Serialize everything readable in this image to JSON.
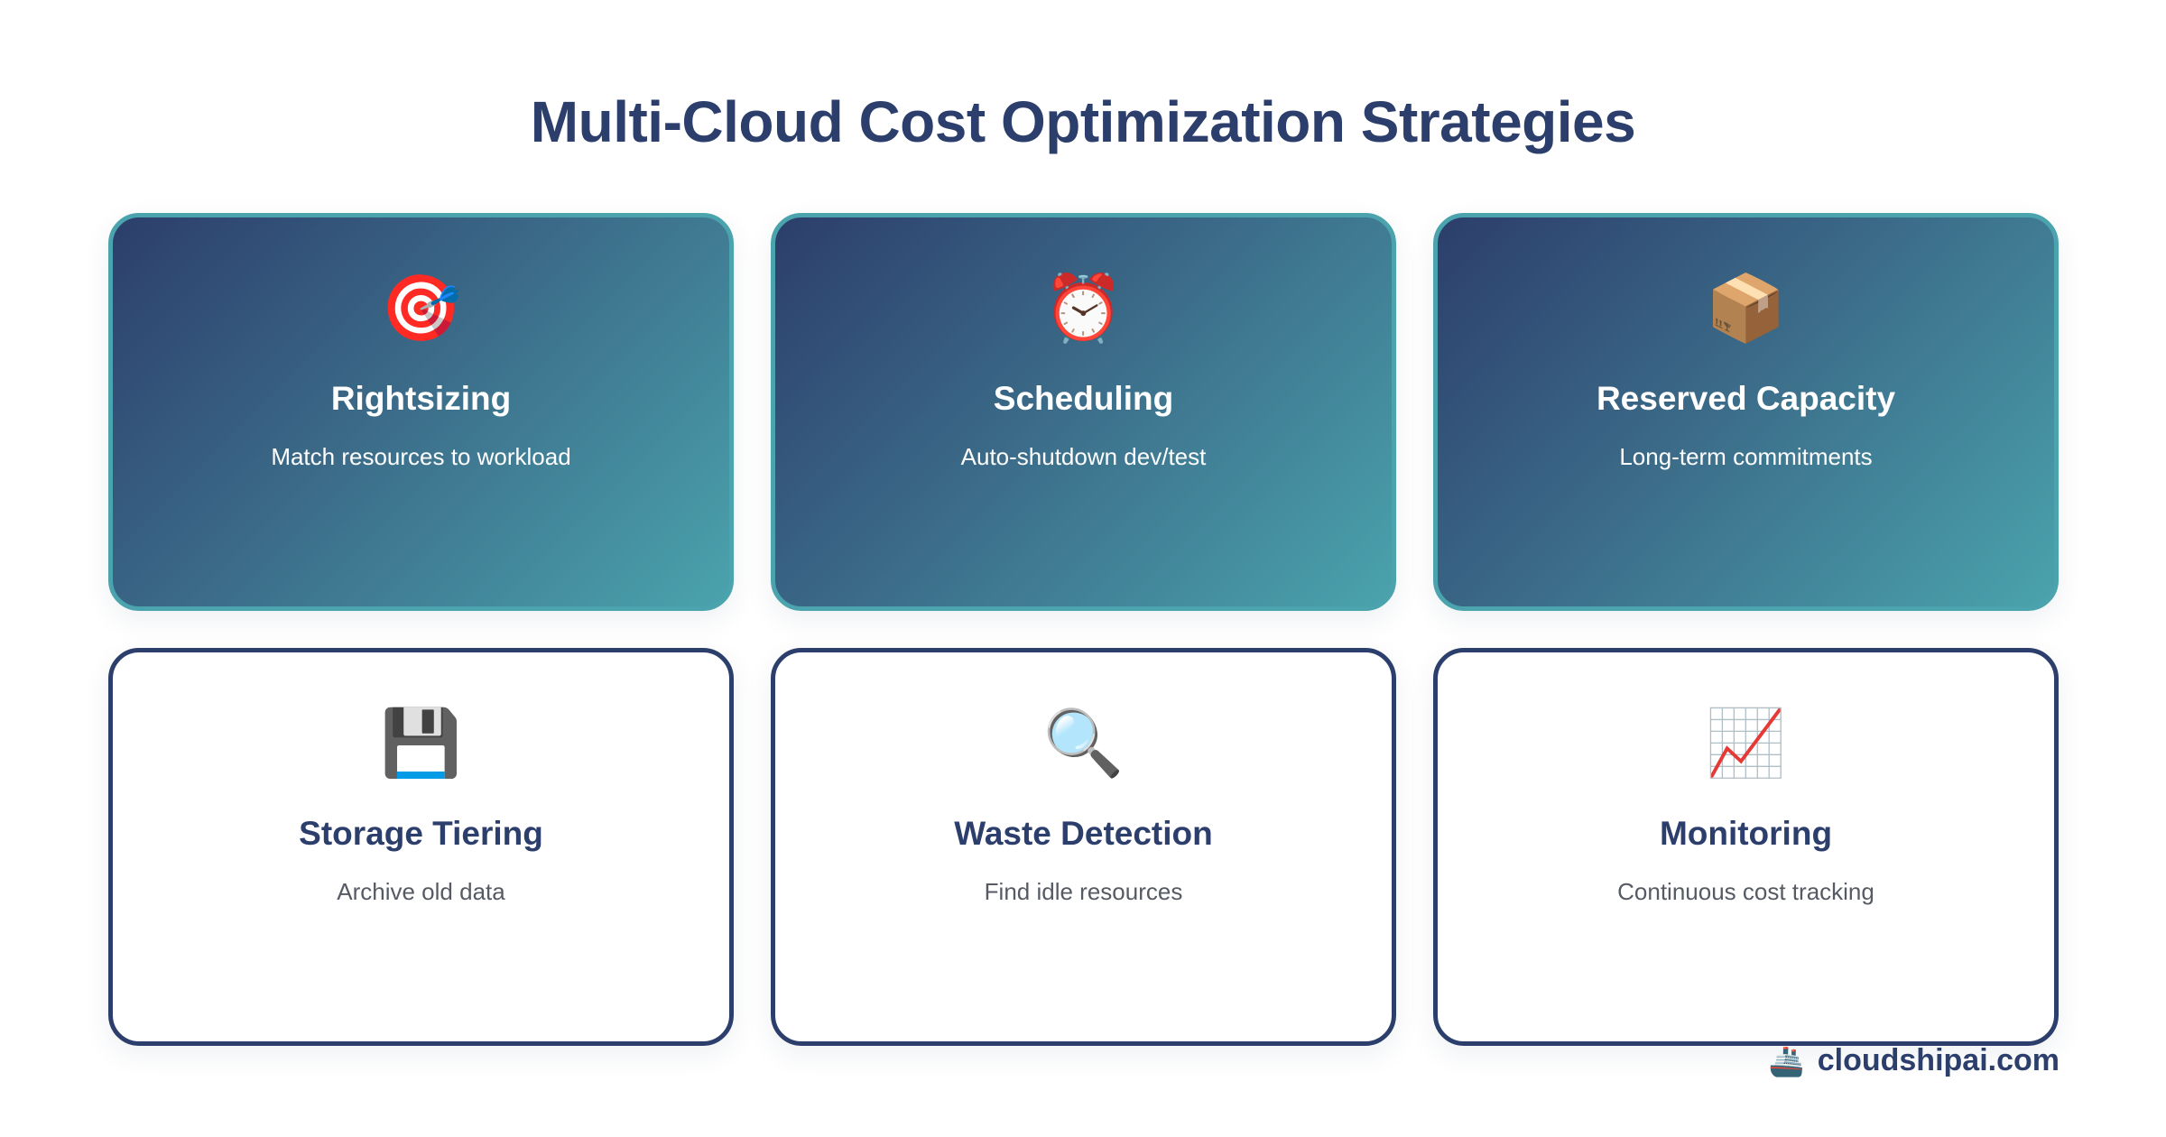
{
  "title": "Multi-Cloud Cost Optimization Strategies",
  "cards": [
    {
      "icon": "🎯",
      "icon_name": "target-icon",
      "title": "Rightsizing",
      "description": "Match resources to workload",
      "style": "filled"
    },
    {
      "icon": "⏰",
      "icon_name": "alarm-clock-icon",
      "title": "Scheduling",
      "description": "Auto-shutdown dev/test",
      "style": "filled"
    },
    {
      "icon": "📦",
      "icon_name": "package-icon",
      "title": "Reserved Capacity",
      "description": "Long-term commitments",
      "style": "filled"
    },
    {
      "icon": "💾",
      "icon_name": "floppy-disk-icon",
      "title": "Storage Tiering",
      "description": "Archive old data",
      "style": "outline"
    },
    {
      "icon": "🔍",
      "icon_name": "magnifying-glass-icon",
      "title": "Waste Detection",
      "description": "Find idle resources",
      "style": "outline"
    },
    {
      "icon": "📈",
      "icon_name": "chart-increasing-icon",
      "title": "Monitoring",
      "description": "Continuous cost tracking",
      "style": "outline"
    }
  ],
  "footer": {
    "icon": "🚢",
    "brand": "cloudshipai.com"
  },
  "colors": {
    "navy": "#2c3e6b",
    "teal": "#4aa3ad",
    "gray_text": "#555a63"
  }
}
